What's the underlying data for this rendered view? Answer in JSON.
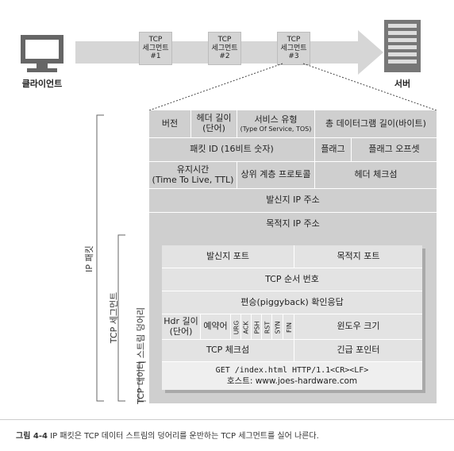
{
  "top": {
    "client_label": "클라이언트",
    "server_label": "서버",
    "segments": [
      {
        "line1": "TCP",
        "line2": "세그먼트",
        "line3": "#1"
      },
      {
        "line1": "TCP",
        "line2": "세그먼트",
        "line3": "#2"
      },
      {
        "line1": "TCP",
        "line2": "세그먼트",
        "line3": "#3"
      }
    ]
  },
  "side_labels": {
    "ip_packet": "IP 패킷",
    "tcp_segment": "TCP 세그먼트",
    "tcp_stream": "TCP 데이터 스트림 덩어리"
  },
  "ip_header": {
    "version": "버전",
    "header_len": [
      "헤더 길이",
      "(단어)"
    ],
    "tos": [
      "서비스 유형",
      "(Type Of Service, TOS)"
    ],
    "total_len": "총 데이터그램 길이(바이트)",
    "packet_id": "패킷 ID (16비트 숫자)",
    "flags": "플래그",
    "frag_offset": "플래그 오프셋",
    "ttl": [
      "유지시간",
      "(Time To Live, TTL)"
    ],
    "protocol": "상위 계층 프로토콜",
    "checksum": "헤더 체크섬",
    "src_ip": "발신지 IP 주소",
    "dst_ip": "목적지 IP 주소"
  },
  "tcp_header": {
    "src_port": "발신지 포트",
    "dst_port": "목적지 포트",
    "seq": "TCP 순서 번호",
    "ack": "편승(piggyback) 확인응답",
    "hdr_len": [
      "Hdr 길이",
      "(단어)"
    ],
    "reserved": "예약어",
    "flags": [
      "URG",
      "ACK",
      "PSH",
      "RST",
      "SYN",
      "FIN"
    ],
    "window": "윈도우 크기",
    "checksum": "TCP 체크섬",
    "urgent": "긴급 포인터"
  },
  "payload": {
    "line1": "GET /index.html HTTP/1.1<CR><LF>",
    "line2": "호스트: www.joes-hardware.com"
  },
  "caption": {
    "label": "그림 4-4",
    "text": " IP 패킷은 TCP 데이터 스트림의 덩어리를 운반하는 TCP 세그먼트를 실어 나른다."
  }
}
